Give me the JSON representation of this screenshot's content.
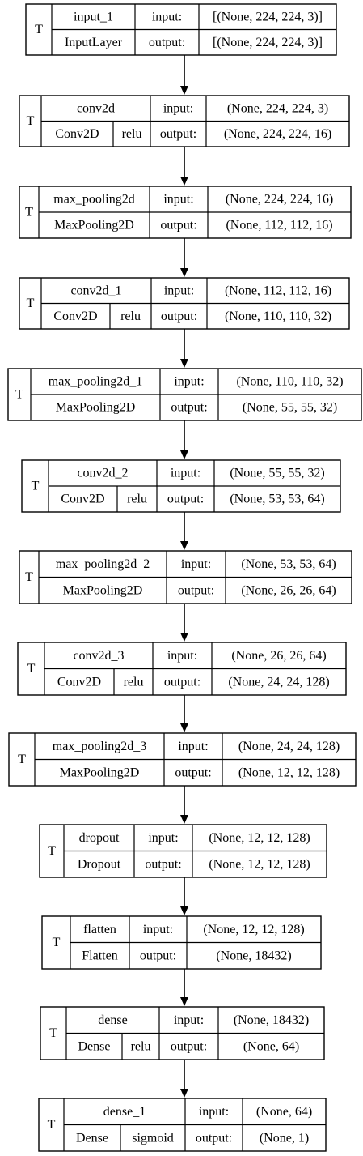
{
  "colors": {
    "background": "#ffffff",
    "stroke": "#000000",
    "text": "#000000"
  },
  "diagram": {
    "layers": [
      {
        "id": "input",
        "tag": "T",
        "name": "input_1",
        "type": "InputLayer",
        "activation": "",
        "io": {
          "input_label": "input:",
          "output_label": "output:",
          "input_shape": "[(None, 224, 224, 3)]",
          "output_shape": "[(None, 224, 224, 3)]"
        }
      },
      {
        "id": "conv2d",
        "tag": "T",
        "name": "conv2d",
        "type": "Conv2D",
        "activation": "relu",
        "io": {
          "input_label": "input:",
          "output_label": "output:",
          "input_shape": "(None, 224, 224, 3)",
          "output_shape": "(None, 224, 224, 16)"
        }
      },
      {
        "id": "maxpool",
        "tag": "T",
        "name": "max_pooling2d",
        "type": "MaxPooling2D",
        "activation": "",
        "io": {
          "input_label": "input:",
          "output_label": "output:",
          "input_shape": "(None, 224, 224, 16)",
          "output_shape": "(None, 112, 112, 16)"
        }
      },
      {
        "id": "conv2d-1",
        "tag": "T",
        "name": "conv2d_1",
        "type": "Conv2D",
        "activation": "relu",
        "io": {
          "input_label": "input:",
          "output_label": "output:",
          "input_shape": "(None, 112, 112, 16)",
          "output_shape": "(None, 110, 110, 32)"
        }
      },
      {
        "id": "maxpool-1",
        "tag": "T",
        "name": "max_pooling2d_1",
        "type": "MaxPooling2D",
        "activation": "",
        "io": {
          "input_label": "input:",
          "output_label": "output:",
          "input_shape": "(None, 110, 110, 32)",
          "output_shape": "(None, 55, 55, 32)"
        }
      },
      {
        "id": "conv2d-2",
        "tag": "T",
        "name": "conv2d_2",
        "type": "Conv2D",
        "activation": "relu",
        "io": {
          "input_label": "input:",
          "output_label": "output:",
          "input_shape": "(None, 55, 55, 32)",
          "output_shape": "(None, 53, 53, 64)"
        }
      },
      {
        "id": "maxpool-2",
        "tag": "T",
        "name": "max_pooling2d_2",
        "type": "MaxPooling2D",
        "activation": "",
        "io": {
          "input_label": "input:",
          "output_label": "output:",
          "input_shape": "(None, 53, 53, 64)",
          "output_shape": "(None, 26, 26, 64)"
        }
      },
      {
        "id": "conv2d-3",
        "tag": "T",
        "name": "conv2d_3",
        "type": "Conv2D",
        "activation": "relu",
        "io": {
          "input_label": "input:",
          "output_label": "output:",
          "input_shape": "(None, 26, 26, 64)",
          "output_shape": "(None, 24, 24, 128)"
        }
      },
      {
        "id": "maxpool-3",
        "tag": "T",
        "name": "max_pooling2d_3",
        "type": "MaxPooling2D",
        "activation": "",
        "io": {
          "input_label": "input:",
          "output_label": "output:",
          "input_shape": "(None, 24, 24, 128)",
          "output_shape": "(None, 12, 12, 128)"
        }
      },
      {
        "id": "dropout",
        "tag": "T",
        "name": "dropout",
        "type": "Dropout",
        "activation": "",
        "io": {
          "input_label": "input:",
          "output_label": "output:",
          "input_shape": "(None, 12, 12, 128)",
          "output_shape": "(None, 12, 12, 128)"
        }
      },
      {
        "id": "flatten",
        "tag": "T",
        "name": "flatten",
        "type": "Flatten",
        "activation": "",
        "io": {
          "input_label": "input:",
          "output_label": "output:",
          "input_shape": "(None, 12, 12, 128)",
          "output_shape": "(None, 18432)"
        }
      },
      {
        "id": "dense",
        "tag": "T",
        "name": "dense",
        "type": "Dense",
        "activation": "relu",
        "io": {
          "input_label": "input:",
          "output_label": "output:",
          "input_shape": "(None, 18432)",
          "output_shape": "(None, 64)"
        }
      },
      {
        "id": "dense-1",
        "tag": "T",
        "name": "dense_1",
        "type": "Dense",
        "activation": "sigmoid",
        "io": {
          "input_label": "input:",
          "output_label": "output:",
          "input_shape": "(None, 64)",
          "output_shape": "(None, 1)"
        }
      }
    ]
  }
}
